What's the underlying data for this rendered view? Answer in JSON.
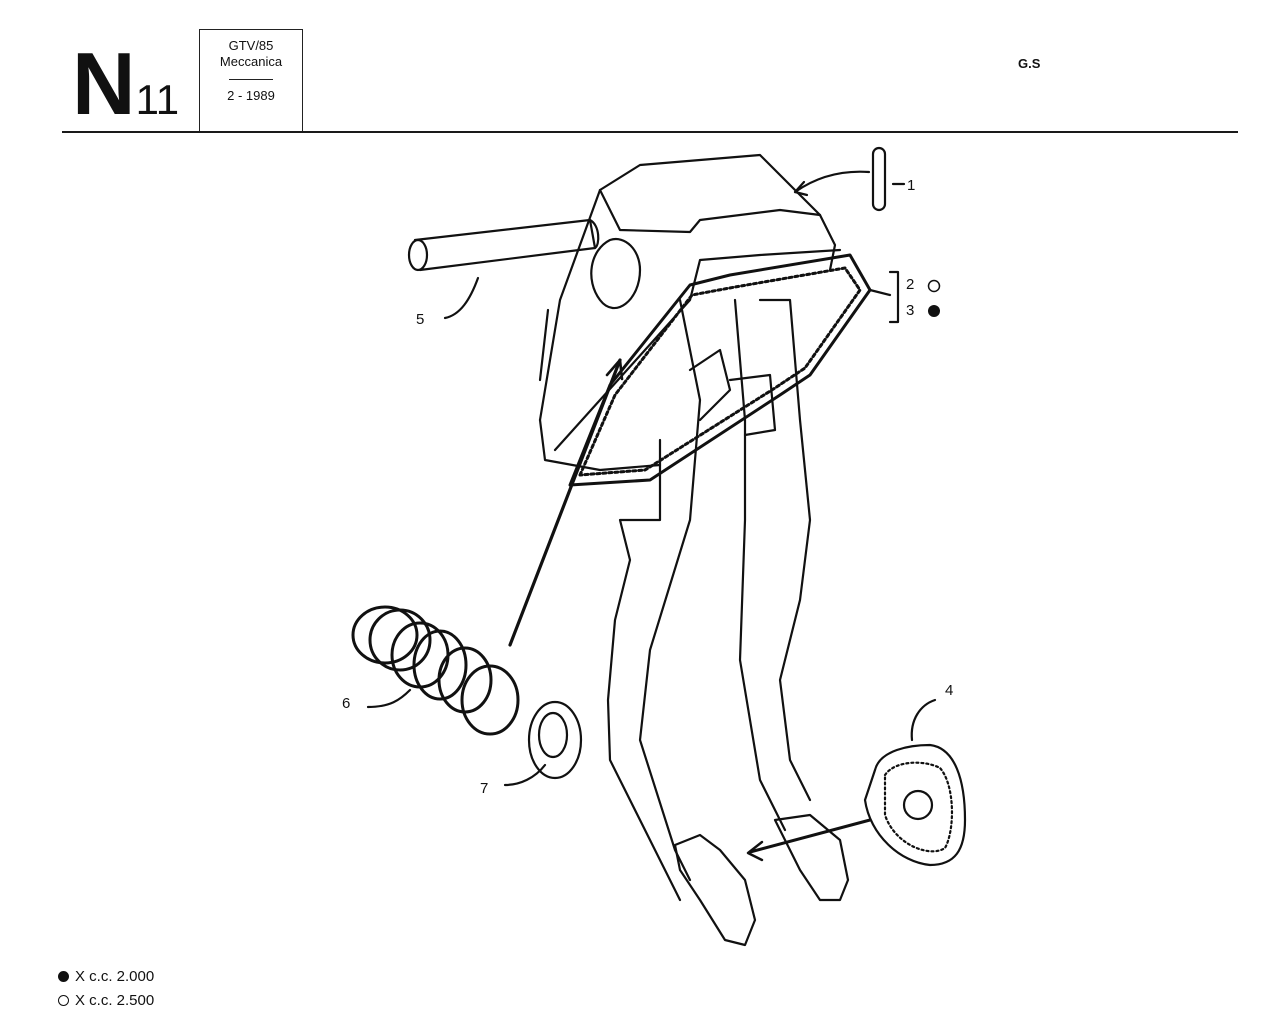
{
  "header": {
    "sheet_letter": "N",
    "sheet_number": "11",
    "model": "GTV/85",
    "section": "Meccanica",
    "date": "2 - 1989",
    "code_right": "G.S"
  },
  "callouts": [
    "1",
    "2",
    "3",
    "4",
    "5",
    "6",
    "7"
  ],
  "legend": [
    {
      "marker": "filled-circle",
      "text": "X c.c. 2.000"
    },
    {
      "marker": "hollow-circle",
      "text": "X c.c. 2.500"
    }
  ],
  "variant_markers": {
    "2": "hollow-circle",
    "3": "filled-circle"
  }
}
